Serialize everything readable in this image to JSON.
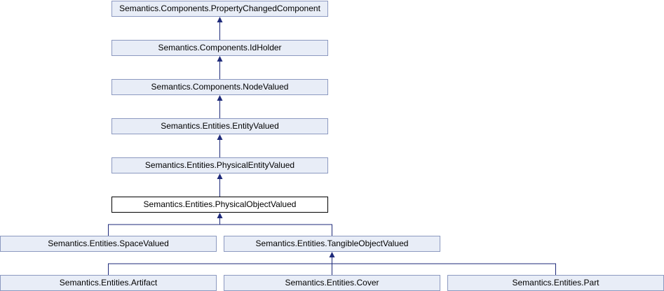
{
  "diagram": {
    "nodes": {
      "property_changed_component": "Semantics.Components.PropertyChangedComponent",
      "id_holder": "Semantics.Components.IdHolder",
      "node_valued": "Semantics.Components.NodeValued",
      "entity_valued": "Semantics.Entities.EntityValued",
      "physical_entity_valued": "Semantics.Entities.PhysicalEntityValued",
      "physical_object_valued": "Semantics.Entities.PhysicalObjectValued",
      "space_valued": "Semantics.Entities.SpaceValued",
      "tangible_object_valued": "Semantics.Entities.TangibleObjectValued",
      "artifact": "Semantics.Entities.Artifact",
      "cover": "Semantics.Entities.Cover",
      "part": "Semantics.Entities.Part"
    },
    "colors": {
      "node_fill": "#e8edf7",
      "node_border": "#8c99c0",
      "current_border": "#000000",
      "edge": "#1e2a7a"
    }
  }
}
